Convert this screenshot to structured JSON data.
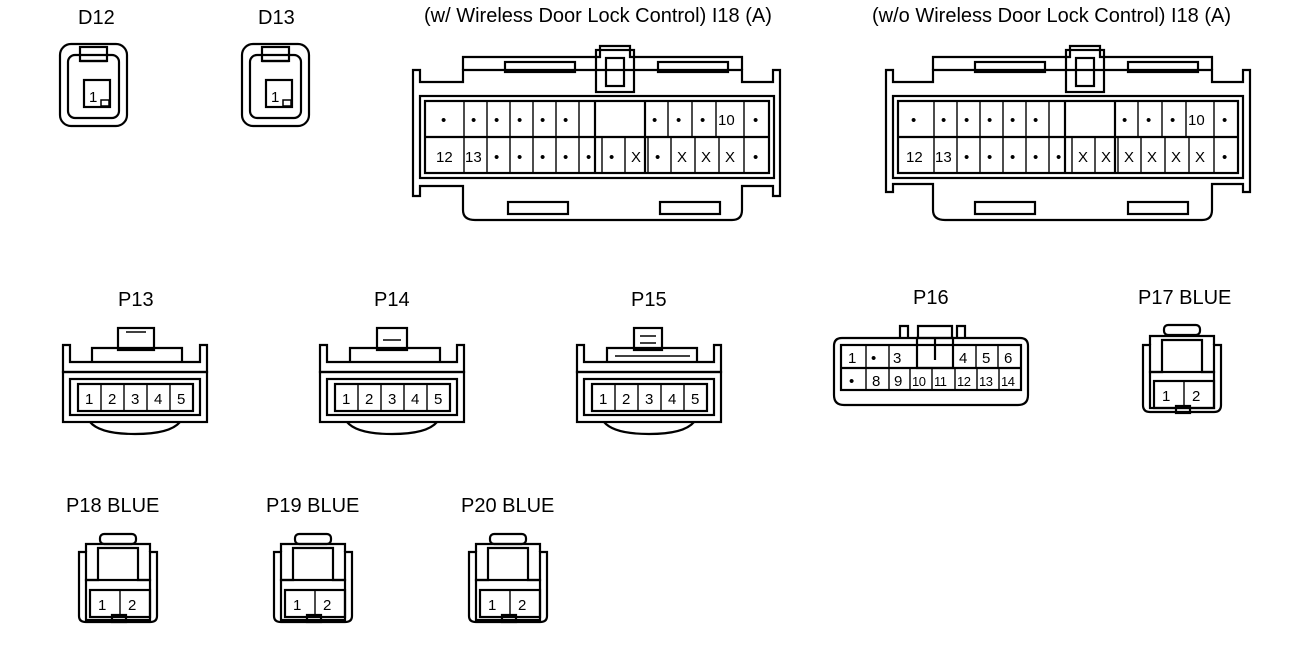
{
  "diagram": {
    "connectors": [
      {
        "id": "d12",
        "label": "D12",
        "pins": [
          "1"
        ]
      },
      {
        "id": "d13",
        "label": "D13",
        "pins": [
          "1"
        ]
      },
      {
        "id": "i18-with",
        "label": "(w/ Wireless Door Lock Control)  I18 (A)",
        "rows": [
          [
            "•",
            "•",
            "•",
            "•",
            "•",
            "•",
            "",
            "",
            "•",
            "•",
            "•",
            "10",
            "•"
          ],
          [
            "12",
            "13",
            "•",
            "•",
            "•",
            "•",
            "•",
            "•",
            "X",
            "•",
            "X",
            "X",
            "X",
            "•"
          ]
        ]
      },
      {
        "id": "i18-without",
        "label": "(w/o Wireless Door Lock Control)  I18 (A)",
        "rows": [
          [
            "•",
            "•",
            "•",
            "•",
            "•",
            "•",
            "",
            "",
            "•",
            "•",
            "•",
            "10",
            "•"
          ],
          [
            "12",
            "13",
            "•",
            "•",
            "•",
            "•",
            "•",
            "X",
            "X",
            "X",
            "X",
            "X",
            "X",
            "•"
          ]
        ]
      },
      {
        "id": "p13",
        "label": "P13",
        "pins": [
          "1",
          "2",
          "3",
          "4",
          "5"
        ]
      },
      {
        "id": "p14",
        "label": "P14",
        "pins": [
          "1",
          "2",
          "3",
          "4",
          "5"
        ]
      },
      {
        "id": "p15",
        "label": "P15",
        "pins": [
          "1",
          "2",
          "3",
          "4",
          "5"
        ]
      },
      {
        "id": "p16",
        "label": "P16",
        "rows": [
          [
            "1",
            "•",
            "3",
            "",
            "",
            "",
            "4",
            "5",
            "6"
          ],
          [
            "•",
            "8",
            "9",
            "10",
            "11",
            "12",
            "13",
            "14"
          ]
        ]
      },
      {
        "id": "p17",
        "label": "P17  BLUE",
        "pins": [
          "1",
          "2"
        ]
      },
      {
        "id": "p18",
        "label": "P18  BLUE",
        "pins": [
          "1",
          "2"
        ]
      },
      {
        "id": "p19",
        "label": "P19  BLUE",
        "pins": [
          "1",
          "2"
        ]
      },
      {
        "id": "p20",
        "label": "P20  BLUE",
        "pins": [
          "1",
          "2"
        ]
      }
    ]
  }
}
